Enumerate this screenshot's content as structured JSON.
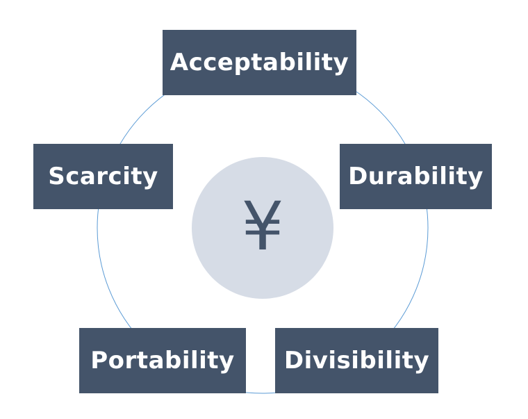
{
  "center": {
    "symbol": "¥",
    "icon": "yen-icon"
  },
  "properties": [
    {
      "id": "acceptability",
      "label": "Acceptability"
    },
    {
      "id": "scarcity",
      "label": "Scarcity"
    },
    {
      "id": "durability",
      "label": "Durability"
    },
    {
      "id": "portability",
      "label": "Portability"
    },
    {
      "id": "divisibility",
      "label": "Divisibility"
    }
  ],
  "colors": {
    "box_fill": "#44546a",
    "box_text": "#ffffff",
    "center_fill": "#d6dce6",
    "center_symbol": "#44546a",
    "ring_stroke": "#5b9bd5"
  }
}
